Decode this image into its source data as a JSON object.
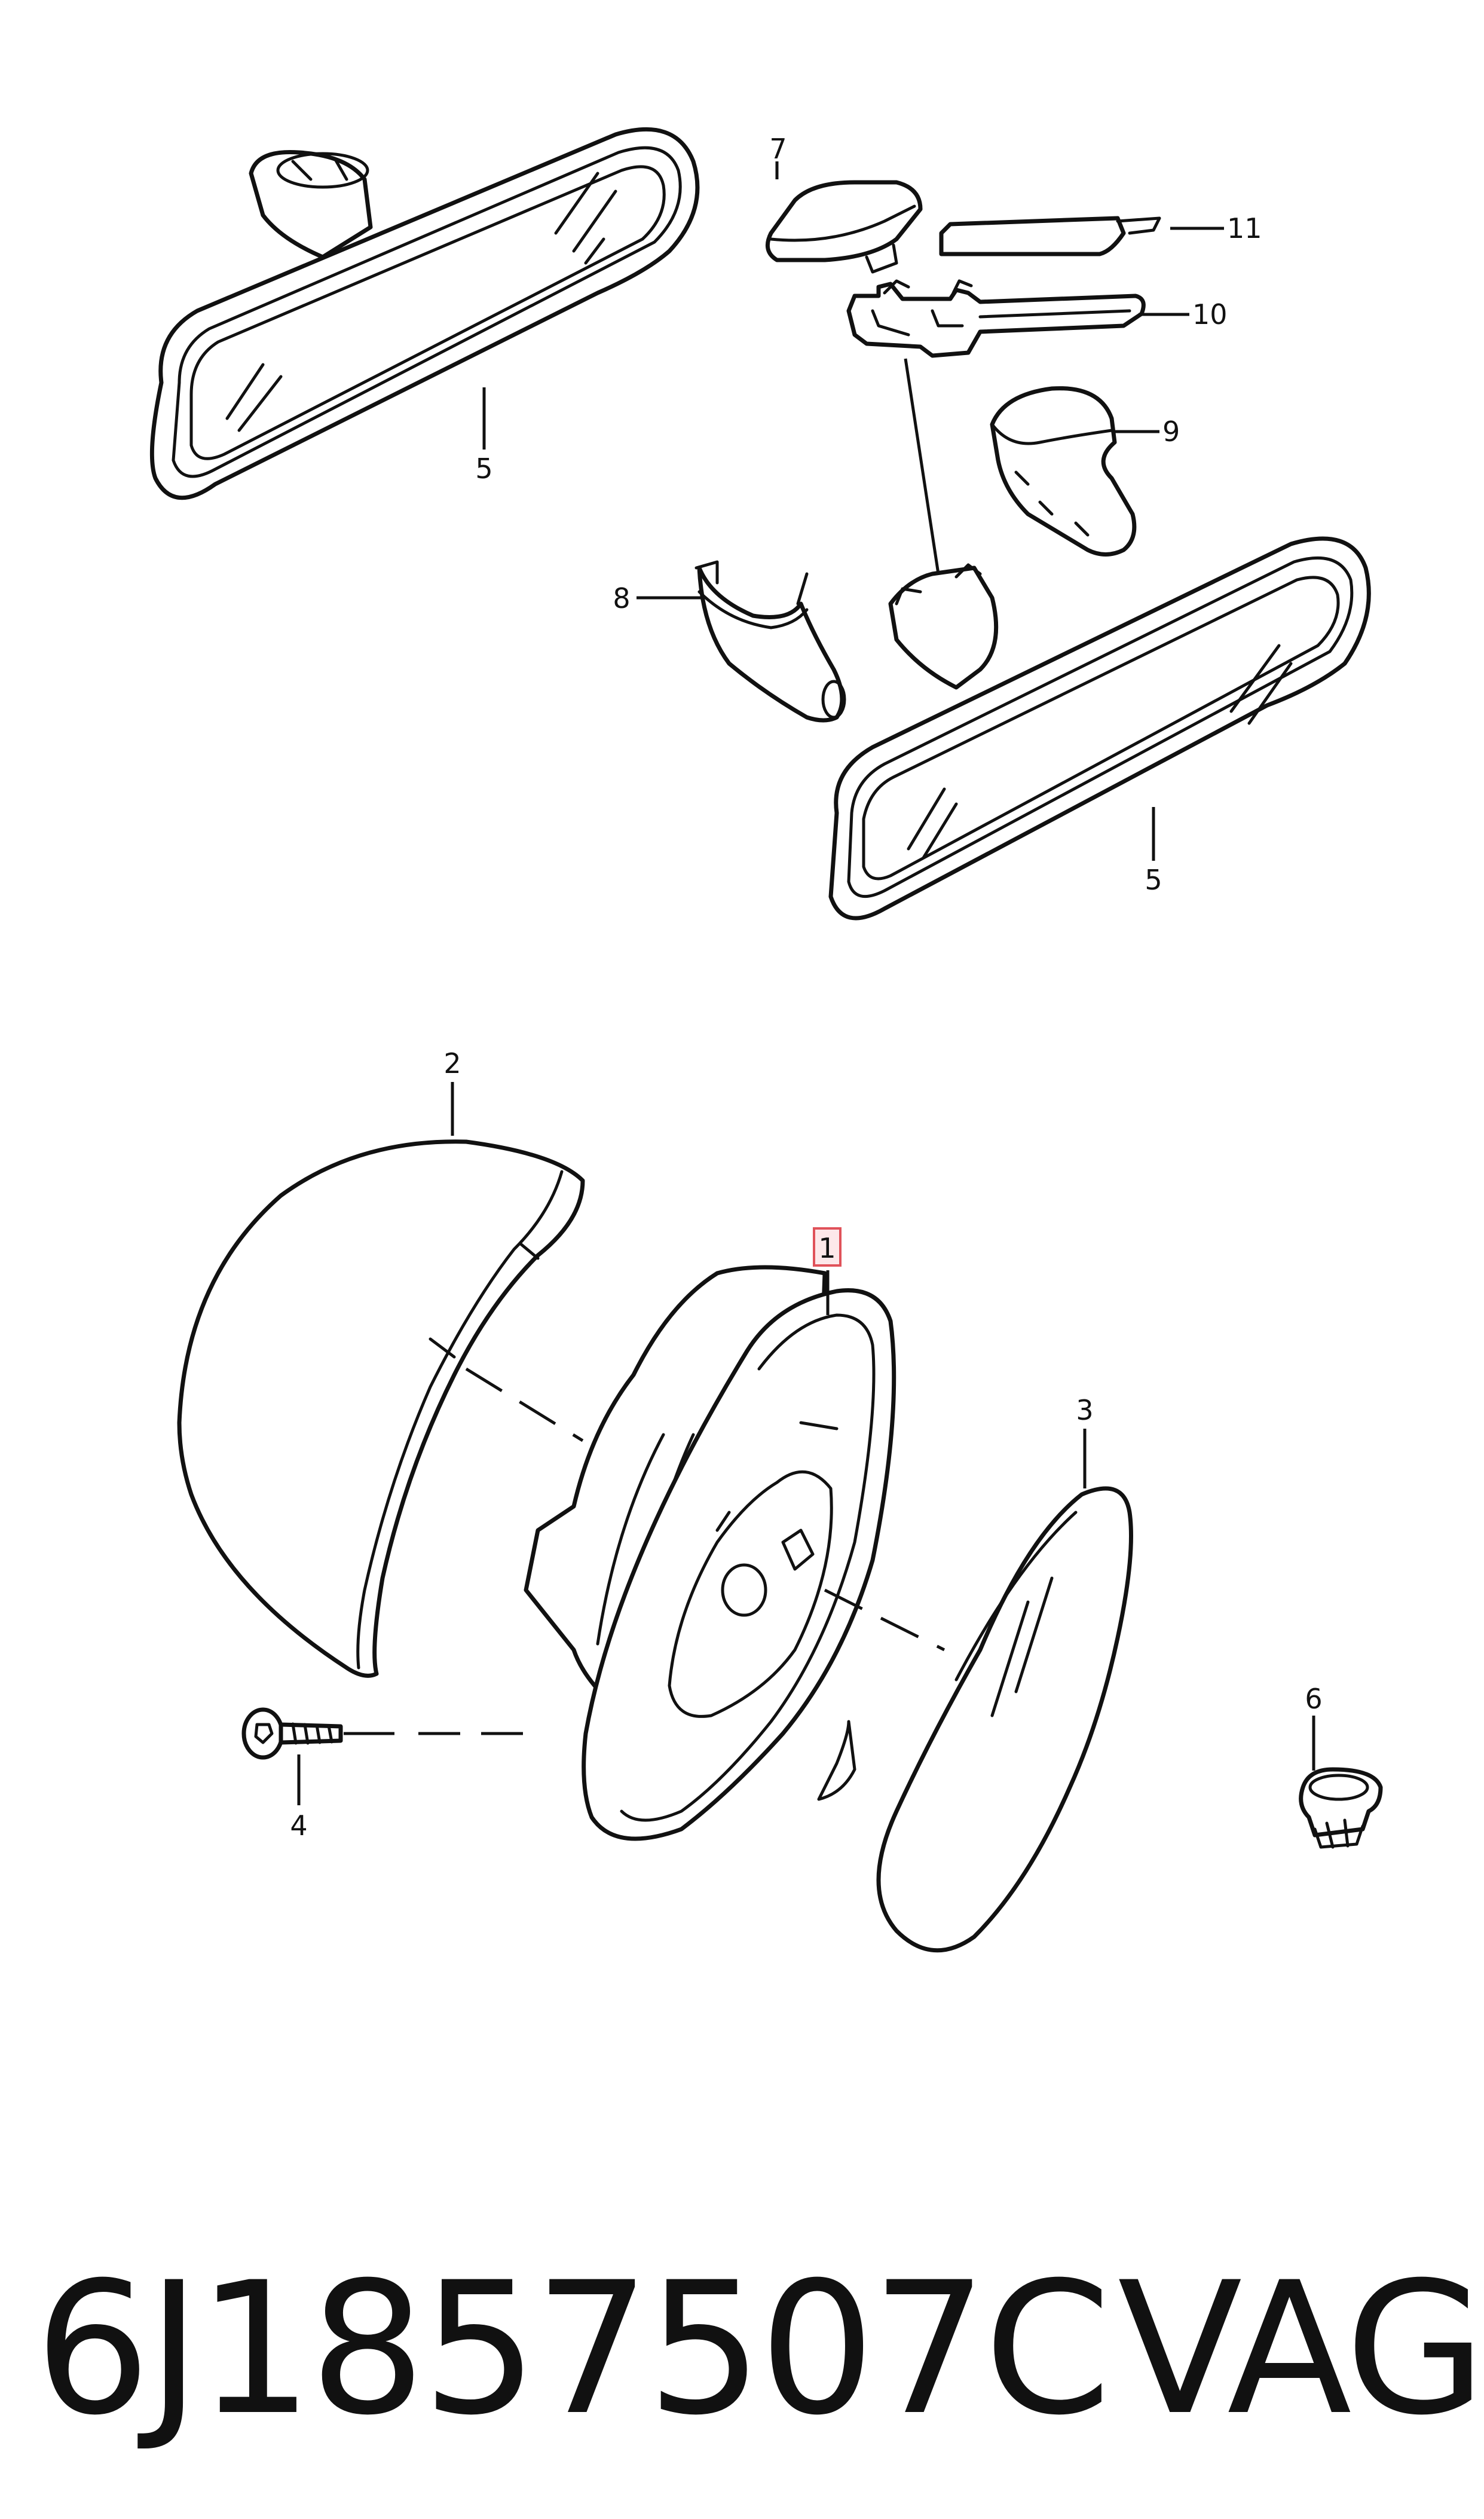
{
  "callouts": {
    "c1": "1",
    "c2": "2",
    "c3": "3",
    "c4": "4",
    "c5a": "5",
    "c5b": "5",
    "c6": "6",
    "c7": "7",
    "c8": "8",
    "c9": "9",
    "c10": "10",
    "c11": "11"
  },
  "highlight_color": "#e0525a",
  "footer": {
    "part_number": "6J1857507C",
    "brand": "VAG"
  }
}
